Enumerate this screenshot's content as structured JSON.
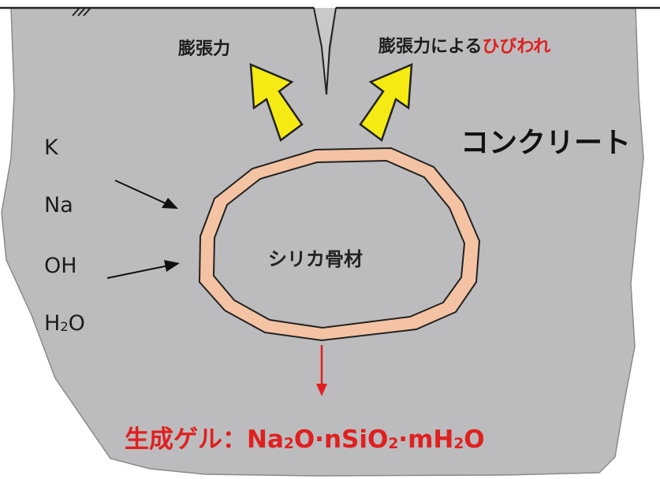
{
  "labels": {
    "expansion_force": "膨張力",
    "crack_prefix": "膨張力による",
    "crack_word": "ひびわれ",
    "concrete": "コンクリート",
    "aggregate": "シリカ骨材"
  },
  "ions": [
    {
      "text": "K"
    },
    {
      "text": "Na"
    },
    {
      "text": "OH"
    },
    {
      "base": "H",
      "sub": "2",
      "tail": "O"
    }
  ],
  "gel": {
    "prefix": "生成ゲル：Na",
    "sub1": "2",
    "mid1": "O·nSiO",
    "sub2": "2",
    "mid2": "·mH",
    "sub3": "2",
    "tail": "O"
  },
  "colors": {
    "concrete_fill": "#bcbcbe",
    "aggregate_ring": "#f4c3a3",
    "arrow_yellow": "#f5ea12",
    "accent_red": "#e02020",
    "ink": "#1c1c1c"
  }
}
